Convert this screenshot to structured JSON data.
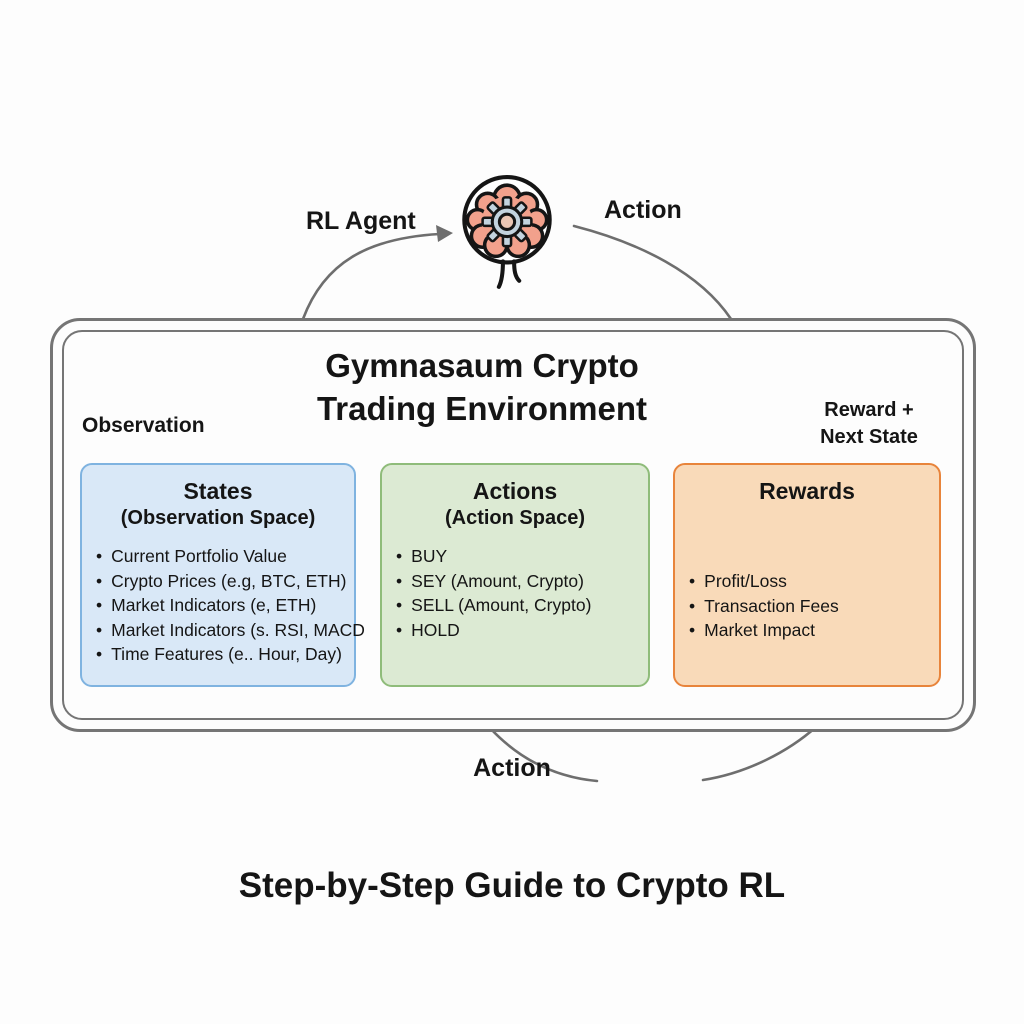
{
  "labels": {
    "rl_agent": "RL Agent",
    "action_top": "Action",
    "action_bottom": "Action",
    "observation": "Observation",
    "reward_next_state_line1": "Reward +",
    "reward_next_state_line2": "Next State"
  },
  "environment": {
    "title_line1": "Gymnasaum Crypto",
    "title_line2": "Trading Environment"
  },
  "boxes": [
    {
      "id": "states",
      "title": "States",
      "subtitle": "(Observation Space)",
      "items": [
        "Current Portfolio Value",
        "Crypto Prices (e.g, BTC, ETH)",
        "Market Indicators (e, ETH)",
        "Market Indicators (s. RSI, MACD",
        "Time Features (e.. Hour, Day)"
      ],
      "fill_color": "#D9E8F7",
      "border_color": "#7FB3E0"
    },
    {
      "id": "actions",
      "title": "Actions",
      "subtitle": "(Action Space)",
      "items": [
        "BUY",
        "SEY (Amount, Crypto)",
        "SELL (Amount, Crypto)",
        "HOLD"
      ],
      "fill_color": "#DCEAD3",
      "border_color": "#8FBC7A"
    },
    {
      "id": "rewards",
      "title": "Rewards",
      "subtitle": "",
      "items": [
        "Profit/Loss",
        "Transaction Fees",
        "Market Impact"
      ],
      "fill_color": "#F9DAB9",
      "border_color": "#E8843B"
    }
  ],
  "caption": "Step-by-Step Guide to Crypto RL",
  "icon": {
    "name": "brain-gear-icon",
    "brain_color": "#F2A18C",
    "gear_color": "#C3D3DE",
    "gear_center_color": "#EAC6B4",
    "outline_color": "#151515"
  },
  "colors": {
    "arrow": "#6E6E6E",
    "box_border": "#757575",
    "text": "#151515",
    "background": "#FDFDFD"
  }
}
